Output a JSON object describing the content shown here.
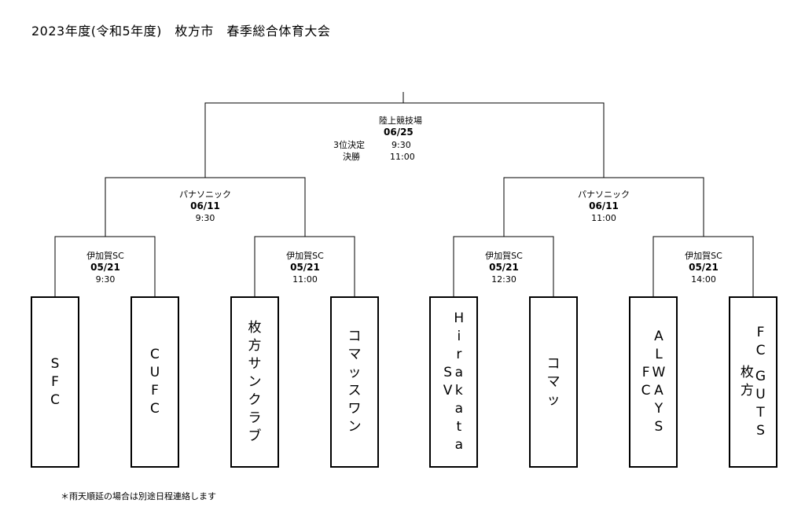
{
  "title": "2023年度(令和5年度)　枚方市　春季総合体育大会",
  "footnote": "＊雨天順延の場合は別途日程連絡します",
  "final": {
    "venue": "陸上競技場",
    "date": "06/25",
    "third_place_label": "3位決定",
    "third_place_time": "9:30",
    "final_label": "決勝",
    "final_time": "11:00"
  },
  "semifinals": [
    {
      "venue": "パナソニック",
      "date": "06/11",
      "time": "9:30"
    },
    {
      "venue": "パナソニック",
      "date": "06/11",
      "time": "11:00"
    }
  ],
  "quarterfinals": [
    {
      "venue": "伊加賀SC",
      "date": "05/21",
      "time": "9:30"
    },
    {
      "venue": "伊加賀SC",
      "date": "05/21",
      "time": "11:00"
    },
    {
      "venue": "伊加賀SC",
      "date": "05/21",
      "time": "12:30"
    },
    {
      "venue": "伊加賀SC",
      "date": "05/21",
      "time": "14:00"
    }
  ],
  "teams": [
    {
      "name": "SFC",
      "columns": [
        "SFC"
      ]
    },
    {
      "name": "CUFC",
      "columns": [
        "CUFC"
      ]
    },
    {
      "name": "枚方サンクラブ",
      "columns": [
        "枚方サンクラブ"
      ]
    },
    {
      "name": "コマッスワン",
      "columns": [
        "コマッスワン"
      ]
    },
    {
      "name": "Hirakata SV",
      "columns": [
        "Hirakata",
        "SV"
      ]
    },
    {
      "name": "コマッ",
      "columns": [
        "コマッ"
      ]
    },
    {
      "name": "ALWAYS FC",
      "columns": [
        "ALWAYS",
        "FC"
      ]
    },
    {
      "name": "FC GUTS 枚方",
      "columns": [
        "FC GUTS",
        "枚方"
      ]
    }
  ]
}
